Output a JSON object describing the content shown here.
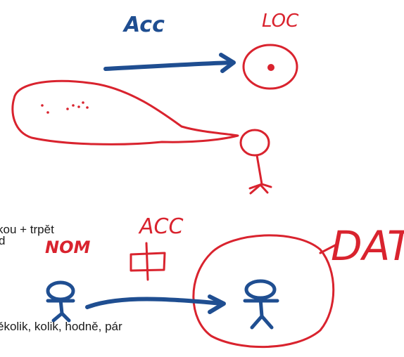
{
  "annotations": {
    "acc_top": "Acc",
    "loc": "LOC",
    "acc_bottom": "ACC",
    "nom": "NOM",
    "dat": "DAT"
  },
  "typed_text": {
    "line1": "kou + trpět",
    "line2": "d",
    "line3": "ěkolik, kolik, hodně, pár"
  },
  "colors": {
    "blue_ink": "#1f4e91",
    "red_ink": "#d9232e",
    "text": "#1a1a1a"
  }
}
